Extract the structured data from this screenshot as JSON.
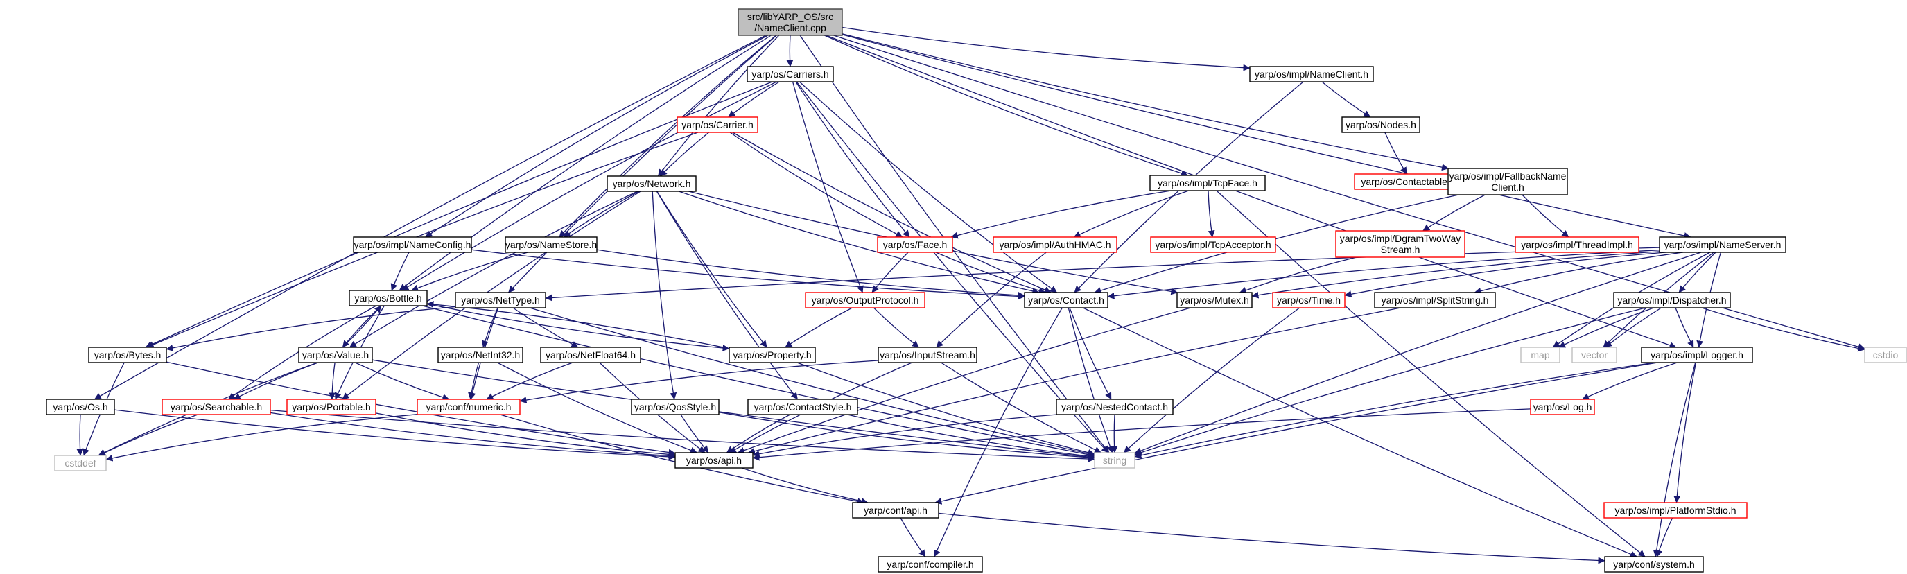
{
  "diagram": {
    "colors": {
      "edge": "#191970",
      "node_border": "#000000",
      "incomplete_border": "#ff0000",
      "external_border": "#bfbfbf",
      "root_fill": "#bfbfbf"
    },
    "nodes": [
      {
        "id": "root",
        "lines": [
          "src/libYARP_OS/src",
          "/NameClient.cpp"
        ],
        "kind": "root"
      },
      {
        "id": "carriers",
        "lines": [
          "yarp/os/Carriers.h"
        ],
        "kind": "normal"
      },
      {
        "id": "impl_nameclient",
        "lines": [
          "yarp/os/impl/NameClient.h"
        ],
        "kind": "normal"
      },
      {
        "id": "carrier",
        "lines": [
          "yarp/os/Carrier.h"
        ],
        "kind": "incomplete"
      },
      {
        "id": "nodes",
        "lines": [
          "yarp/os/Nodes.h"
        ],
        "kind": "normal"
      },
      {
        "id": "contactables",
        "lines": [
          "yarp/os/Contactables.h"
        ],
        "kind": "incomplete"
      },
      {
        "id": "network",
        "lines": [
          "yarp/os/Network.h"
        ],
        "kind": "normal"
      },
      {
        "id": "tcpface",
        "lines": [
          "yarp/os/impl/TcpFace.h"
        ],
        "kind": "normal"
      },
      {
        "id": "fallback",
        "lines": [
          "yarp/os/impl/FallbackName",
          "Client.h"
        ],
        "kind": "normal"
      },
      {
        "id": "face",
        "lines": [
          "yarp/os/Face.h"
        ],
        "kind": "incomplete"
      },
      {
        "id": "authhmac",
        "lines": [
          "yarp/os/impl/AuthHMAC.h"
        ],
        "kind": "incomplete"
      },
      {
        "id": "tcpacceptor",
        "lines": [
          "yarp/os/impl/TcpAcceptor.h"
        ],
        "kind": "incomplete"
      },
      {
        "id": "dgram",
        "lines": [
          "yarp/os/impl/DgramTwoWay",
          "Stream.h"
        ],
        "kind": "incomplete"
      },
      {
        "id": "threadimpl",
        "lines": [
          "yarp/os/impl/ThreadImpl.h"
        ],
        "kind": "incomplete"
      },
      {
        "id": "nameserver",
        "lines": [
          "yarp/os/impl/NameServer.h"
        ],
        "kind": "normal"
      },
      {
        "id": "nameconfig",
        "lines": [
          "yarp/os/impl/NameConfig.h"
        ],
        "kind": "normal"
      },
      {
        "id": "namestore",
        "lines": [
          "yarp/os/NameStore.h"
        ],
        "kind": "normal"
      },
      {
        "id": "bottle",
        "lines": [
          "yarp/os/Bottle.h"
        ],
        "kind": "normal"
      },
      {
        "id": "nettype",
        "lines": [
          "yarp/os/NetType.h"
        ],
        "kind": "normal"
      },
      {
        "id": "outputprotocol",
        "lines": [
          "yarp/os/OutputProtocol.h"
        ],
        "kind": "incomplete"
      },
      {
        "id": "contact",
        "lines": [
          "yarp/os/Contact.h"
        ],
        "kind": "normal"
      },
      {
        "id": "mutex",
        "lines": [
          "yarp/os/Mutex.h"
        ],
        "kind": "normal"
      },
      {
        "id": "time",
        "lines": [
          "yarp/os/Time.h"
        ],
        "kind": "incomplete"
      },
      {
        "id": "splitstring",
        "lines": [
          "yarp/os/impl/SplitString.h"
        ],
        "kind": "normal"
      },
      {
        "id": "dispatcher",
        "lines": [
          "yarp/os/impl/Dispatcher.h"
        ],
        "kind": "normal"
      },
      {
        "id": "bytes",
        "lines": [
          "yarp/os/Bytes.h"
        ],
        "kind": "normal"
      },
      {
        "id": "value",
        "lines": [
          "yarp/os/Value.h"
        ],
        "kind": "normal"
      },
      {
        "id": "netint32",
        "lines": [
          "yarp/os/NetInt32.h"
        ],
        "kind": "normal"
      },
      {
        "id": "netfloat64",
        "lines": [
          "yarp/os/NetFloat64.h"
        ],
        "kind": "normal"
      },
      {
        "id": "property",
        "lines": [
          "yarp/os/Property.h"
        ],
        "kind": "normal"
      },
      {
        "id": "inputstream",
        "lines": [
          "yarp/os/InputStream.h"
        ],
        "kind": "normal"
      },
      {
        "id": "map",
        "lines": [
          "map"
        ],
        "kind": "external"
      },
      {
        "id": "vector",
        "lines": [
          "vector"
        ],
        "kind": "external"
      },
      {
        "id": "logger",
        "lines": [
          "yarp/os/impl/Logger.h"
        ],
        "kind": "normal"
      },
      {
        "id": "cstdio",
        "lines": [
          "cstdio"
        ],
        "kind": "external"
      },
      {
        "id": "os",
        "lines": [
          "yarp/os/Os.h"
        ],
        "kind": "normal"
      },
      {
        "id": "searchable",
        "lines": [
          "yarp/os/Searchable.h"
        ],
        "kind": "incomplete"
      },
      {
        "id": "portable",
        "lines": [
          "yarp/os/Portable.h"
        ],
        "kind": "incomplete"
      },
      {
        "id": "numeric",
        "lines": [
          "yarp/conf/numeric.h"
        ],
        "kind": "incomplete"
      },
      {
        "id": "qosstyle",
        "lines": [
          "yarp/os/QosStyle.h"
        ],
        "kind": "normal"
      },
      {
        "id": "contactstyle",
        "lines": [
          "yarp/os/ContactStyle.h"
        ],
        "kind": "normal"
      },
      {
        "id": "nestedcontact",
        "lines": [
          "yarp/os/NestedContact.h"
        ],
        "kind": "normal"
      },
      {
        "id": "log",
        "lines": [
          "yarp/os/Log.h"
        ],
        "kind": "incomplete"
      },
      {
        "id": "cstddef",
        "lines": [
          "cstddef"
        ],
        "kind": "external"
      },
      {
        "id": "api_os",
        "lines": [
          "yarp/os/api.h"
        ],
        "kind": "normal"
      },
      {
        "id": "string",
        "lines": [
          "string"
        ],
        "kind": "external"
      },
      {
        "id": "conf_api",
        "lines": [
          "yarp/conf/api.h"
        ],
        "kind": "normal"
      },
      {
        "id": "platformstdio",
        "lines": [
          "yarp/os/impl/PlatformStdio.h"
        ],
        "kind": "incomplete"
      },
      {
        "id": "compiler",
        "lines": [
          "yarp/conf/compiler.h"
        ],
        "kind": "normal"
      },
      {
        "id": "system",
        "lines": [
          "yarp/conf/system.h"
        ],
        "kind": "normal"
      }
    ],
    "edges": [
      [
        "root",
        "carriers"
      ],
      [
        "root",
        "impl_nameclient"
      ],
      [
        "root",
        "network"
      ],
      [
        "root",
        "tcpface"
      ],
      [
        "root",
        "fallback"
      ],
      [
        "root",
        "nameserver"
      ],
      [
        "root",
        "nameconfig"
      ],
      [
        "root",
        "namestore"
      ],
      [
        "root",
        "bottle"
      ],
      [
        "root",
        "nettype"
      ],
      [
        "root",
        "os"
      ],
      [
        "root",
        "logger"
      ],
      [
        "root",
        "cstdio"
      ],
      [
        "root",
        "string"
      ],
      [
        "carriers",
        "carrier"
      ],
      [
        "carriers",
        "face"
      ],
      [
        "carriers",
        "outputprotocol"
      ],
      [
        "carriers",
        "contact"
      ],
      [
        "carriers",
        "bottle"
      ],
      [
        "carriers",
        "bytes"
      ],
      [
        "carriers",
        "string"
      ],
      [
        "carrier",
        "network"
      ],
      [
        "carrier",
        "face"
      ],
      [
        "carrier",
        "contact"
      ],
      [
        "carrier",
        "bytes"
      ],
      [
        "impl_nameclient",
        "nodes"
      ],
      [
        "impl_nameclient",
        "contact"
      ],
      [
        "nodes",
        "contactables"
      ],
      [
        "network",
        "namestore"
      ],
      [
        "network",
        "contact"
      ],
      [
        "network",
        "value"
      ],
      [
        "network",
        "portable"
      ],
      [
        "network",
        "property"
      ],
      [
        "network",
        "qosstyle"
      ],
      [
        "network",
        "contactstyle"
      ],
      [
        "network",
        "mutex"
      ],
      [
        "tcpface",
        "face"
      ],
      [
        "tcpface",
        "authhmac"
      ],
      [
        "tcpface",
        "tcpacceptor"
      ],
      [
        "tcpface",
        "system"
      ],
      [
        "fallback",
        "dgram"
      ],
      [
        "fallback",
        "threadimpl"
      ],
      [
        "fallback",
        "contact"
      ],
      [
        "face",
        "outputprotocol"
      ],
      [
        "face",
        "contact"
      ],
      [
        "authhmac",
        "inputstream"
      ],
      [
        "dgram",
        "mutex"
      ],
      [
        "nameserver",
        "contact"
      ],
      [
        "nameserver",
        "nettype"
      ],
      [
        "nameserver",
        "mutex"
      ],
      [
        "nameserver",
        "time"
      ],
      [
        "nameserver",
        "splitstring"
      ],
      [
        "nameserver",
        "dispatcher"
      ],
      [
        "nameserver",
        "map"
      ],
      [
        "nameserver",
        "vector"
      ],
      [
        "nameserver",
        "logger"
      ],
      [
        "nameserver",
        "string"
      ],
      [
        "nameconfig",
        "bottle"
      ],
      [
        "nameconfig",
        "contact"
      ],
      [
        "namestore",
        "bottle"
      ],
      [
        "namestore",
        "contact"
      ],
      [
        "bottle",
        "value"
      ],
      [
        "bottle",
        "portable"
      ],
      [
        "bottle",
        "searchable"
      ],
      [
        "bottle",
        "property"
      ],
      [
        "bottle",
        "string"
      ],
      [
        "nettype",
        "bytes"
      ],
      [
        "nettype",
        "netint32"
      ],
      [
        "nettype",
        "netfloat64"
      ],
      [
        "nettype",
        "numeric"
      ],
      [
        "nettype",
        "string"
      ],
      [
        "outputprotocol",
        "property"
      ],
      [
        "outputprotocol",
        "inputstream"
      ],
      [
        "contact",
        "nestedcontact"
      ],
      [
        "contact",
        "compiler"
      ],
      [
        "contact",
        "system"
      ],
      [
        "contact",
        "string"
      ],
      [
        "mutex",
        "api_os"
      ],
      [
        "time",
        "string"
      ],
      [
        "splitstring",
        "api_os"
      ],
      [
        "dispatcher",
        "map"
      ],
      [
        "dispatcher",
        "vector"
      ],
      [
        "dispatcher",
        "logger"
      ],
      [
        "dispatcher",
        "cstdio"
      ],
      [
        "dispatcher",
        "string"
      ],
      [
        "bytes",
        "cstddef"
      ],
      [
        "bytes",
        "api_os"
      ],
      [
        "value",
        "bottle"
      ],
      [
        "value",
        "searchable"
      ],
      [
        "value",
        "portable"
      ],
      [
        "value",
        "numeric"
      ],
      [
        "value",
        "cstddef"
      ],
      [
        "value",
        "string"
      ],
      [
        "netint32",
        "numeric"
      ],
      [
        "netint32",
        "api_os"
      ],
      [
        "netfloat64",
        "numeric"
      ],
      [
        "netfloat64",
        "api_os"
      ],
      [
        "property",
        "bottle"
      ],
      [
        "property",
        "string"
      ],
      [
        "inputstream",
        "numeric"
      ],
      [
        "inputstream",
        "api_os"
      ],
      [
        "inputstream",
        "string"
      ],
      [
        "logger",
        "log"
      ],
      [
        "logger",
        "string"
      ],
      [
        "logger",
        "platformstdio"
      ],
      [
        "logger",
        "system"
      ],
      [
        "logger",
        "conf_api"
      ],
      [
        "os",
        "cstddef"
      ],
      [
        "os",
        "api_os"
      ],
      [
        "searchable",
        "cstddef"
      ],
      [
        "searchable",
        "api_os"
      ],
      [
        "searchable",
        "string"
      ],
      [
        "portable",
        "api_os"
      ],
      [
        "numeric",
        "conf_api"
      ],
      [
        "numeric",
        "cstddef"
      ],
      [
        "qosstyle",
        "api_os"
      ],
      [
        "qosstyle",
        "string"
      ],
      [
        "contactstyle",
        "api_os"
      ],
      [
        "contactstyle",
        "string"
      ],
      [
        "nestedcontact",
        "api_os"
      ],
      [
        "nestedcontact",
        "string"
      ],
      [
        "log",
        "api_os"
      ],
      [
        "api_os",
        "conf_api"
      ],
      [
        "conf_api",
        "compiler"
      ],
      [
        "conf_api",
        "system"
      ],
      [
        "platformstdio",
        "system"
      ]
    ]
  }
}
